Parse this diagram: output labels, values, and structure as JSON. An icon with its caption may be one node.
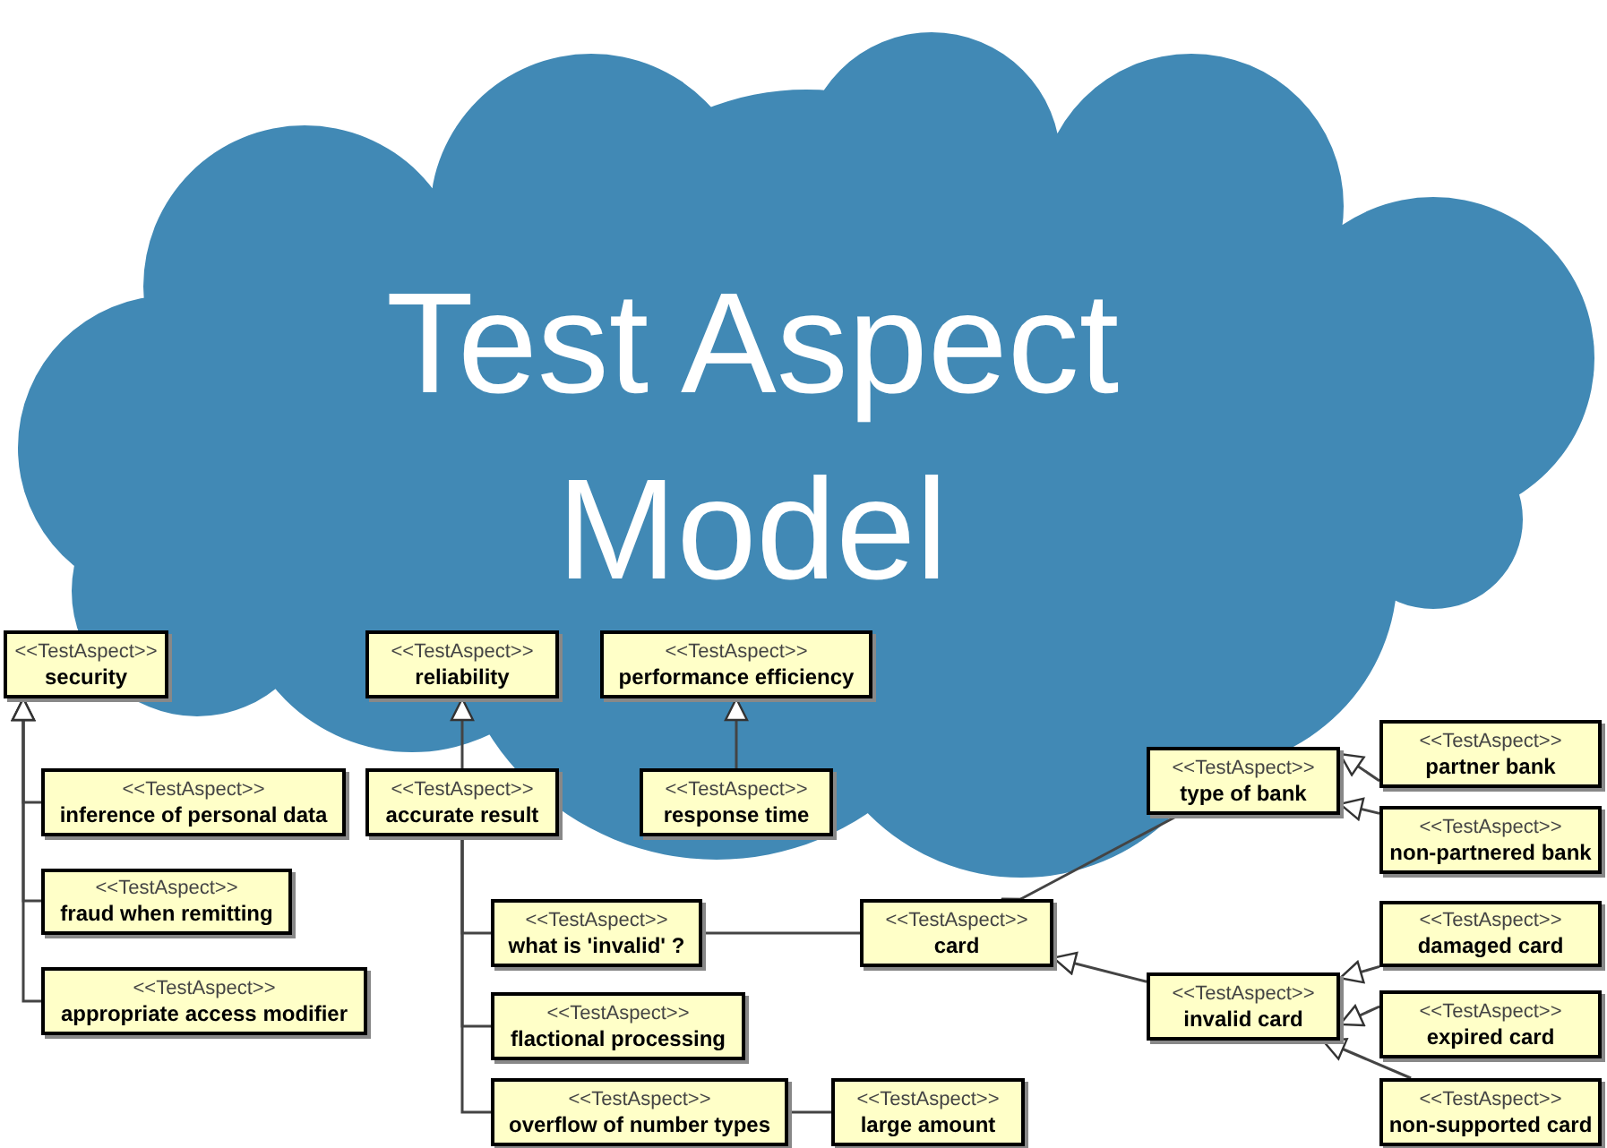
{
  "diagram": {
    "title": "Test Aspect Model",
    "nodes": [
      {
        "text": [
          "<<TestAspect>>",
          "security"
        ]
      },
      {
        "text": [
          "<<TestAspect>>",
          "reliability"
        ]
      },
      {
        "text": [
          "<<TestAspect>>",
          "performance efficiency"
        ]
      },
      {
        "text": [
          "<<TestAspect>>",
          "inference of personal data"
        ]
      },
      {
        "text": [
          "<<TestAspect>>",
          "fraud when remitting"
        ]
      },
      {
        "text": [
          "<<TestAspect>>",
          "appropriate access modifier"
        ]
      },
      {
        "text": [
          "<<TestAspect>>",
          "accurate result"
        ]
      },
      {
        "text": [
          "<<TestAspect>>",
          "response time"
        ]
      },
      {
        "text": [
          "<<TestAspect>>",
          "what is 'invalid' ?"
        ]
      },
      {
        "text": [
          "<<TestAspect>>",
          "flactional processing"
        ]
      },
      {
        "text": [
          "<<TestAspect>>",
          "overflow of number types"
        ]
      },
      {
        "text": [
          "<<TestAspect>>",
          "large amount"
        ]
      },
      {
        "text": [
          "<<TestAspect>>",
          "card"
        ]
      },
      {
        "text": [
          "<<TestAspect>>",
          "type of bank"
        ]
      },
      {
        "text": [
          "<<TestAspect>>",
          "invalid card"
        ]
      },
      {
        "text": [
          "<<TestAspect>>",
          "partner bank"
        ]
      },
      {
        "text": [
          "<<TestAspect>>",
          "non-partnered bank"
        ]
      },
      {
        "text": [
          "<<TestAspect>>",
          "damaged card"
        ]
      },
      {
        "text": [
          "<<TestAspect>>",
          "expired card"
        ]
      },
      {
        "text": [
          "<<TestAspect>>",
          "non-supported card"
        ]
      }
    ],
    "edges": [
      {
        "from": 3,
        "to": 0,
        "arrow": "to"
      },
      {
        "from": 4,
        "to": 0,
        "arrow": "to"
      },
      {
        "from": 5,
        "to": 0,
        "arrow": "to"
      },
      {
        "from": 6,
        "to": 1,
        "arrow": "to"
      },
      {
        "from": 7,
        "to": 2,
        "arrow": "to"
      },
      {
        "from": 6,
        "to": 8,
        "arrow": "other"
      },
      {
        "from": 6,
        "to": 9,
        "arrow": "other"
      },
      {
        "from": 6,
        "to": 10,
        "arrow": "other"
      },
      {
        "from": 10,
        "to": 11,
        "arrow": "other"
      },
      {
        "from": 8,
        "to": 12,
        "arrow": "none"
      },
      {
        "from": 12,
        "to": 13,
        "arrow": "other"
      },
      {
        "from": 14,
        "to": 12,
        "arrow": "to"
      },
      {
        "from": 15,
        "to": 13,
        "arrow": "to"
      },
      {
        "from": 16,
        "to": 13,
        "arrow": "to"
      },
      {
        "from": 17,
        "to": 14,
        "arrow": "to"
      },
      {
        "from": 18,
        "to": 14,
        "arrow": "to"
      },
      {
        "from": 19,
        "to": 14,
        "arrow": "to"
      }
    ]
  }
}
